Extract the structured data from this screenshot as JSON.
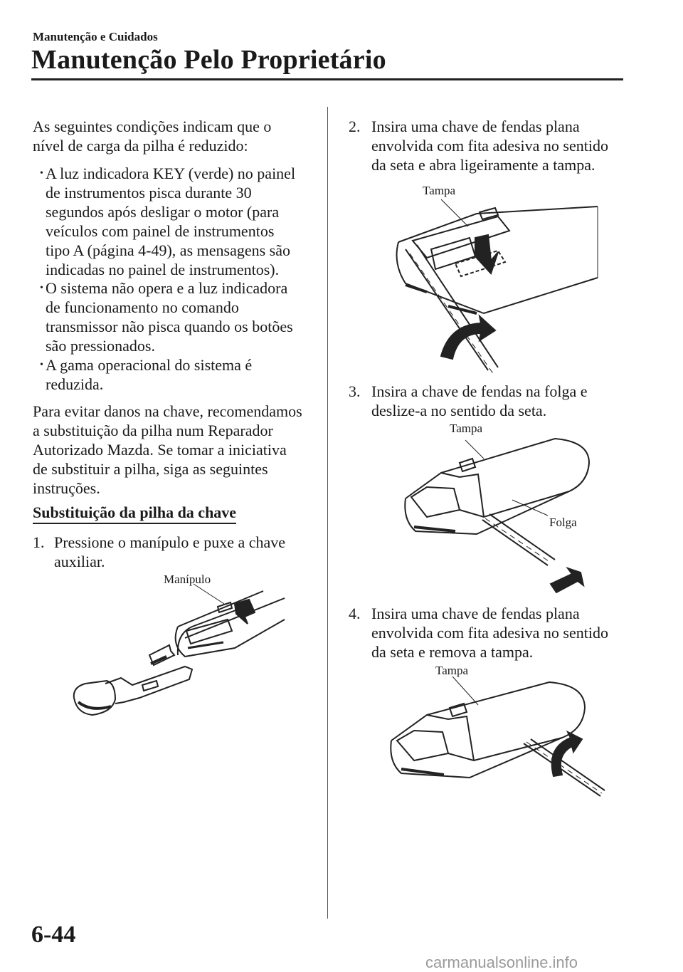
{
  "header": {
    "section": "Manutenção e Cuidados",
    "title": "Manutenção Pelo Proprietário"
  },
  "left": {
    "intro": [
      "As seguintes condições indicam que o",
      "nível de carga da pilha é reduzido:"
    ],
    "bullets": [
      [
        "A luz indicadora KEY (verde) no painel",
        "de instrumentos pisca durante 30",
        "segundos após desligar o motor (para",
        "veículos com painel de instrumentos",
        "tipo A (página 4-49), as mensagens são",
        "indicadas no painel de instrumentos)."
      ],
      [
        "O sistema não opera e a luz indicadora",
        "de funcionamento no comando",
        "transmissor não pisca quando os botões",
        "são pressionados."
      ],
      [
        "A gama operacional do sistema é",
        "reduzida."
      ]
    ],
    "advice": [
      "Para evitar danos na chave, recomendamos",
      "a substituição da pilha num Reparador",
      "Autorizado Mazda. Se tomar a iniciativa",
      "de substituir a pilha, siga as seguintes",
      "instruções."
    ],
    "subheading": "Substituição da pilha da chave",
    "step1": {
      "num": "1.",
      "lines": [
        "Pressione o manípulo e puxe a chave",
        "auxiliar."
      ]
    },
    "fig1_label": "Manípulo"
  },
  "right": {
    "step2": {
      "num": "2.",
      "lines": [
        "Insira uma chave de fendas plana",
        "envolvida com fita adesiva no sentido",
        "da seta e abra ligeiramente a tampa."
      ]
    },
    "fig2_label": "Tampa",
    "step3": {
      "num": "3.",
      "lines": [
        "Insira a chave de fendas na folga e",
        "deslize-a no sentido da seta."
      ]
    },
    "fig3_labels": {
      "cover": "Tampa",
      "gap": "Folga"
    },
    "step4": {
      "num": "4.",
      "lines": [
        "Insira uma chave de fendas plana",
        "envolvida com fita adesiva no sentido",
        "da seta e remova a tampa."
      ]
    },
    "fig4_label": "Tampa"
  },
  "footer": {
    "page_number": "6-44",
    "watermark": "carmanualsonline.info"
  },
  "bullet_glyph": "•"
}
